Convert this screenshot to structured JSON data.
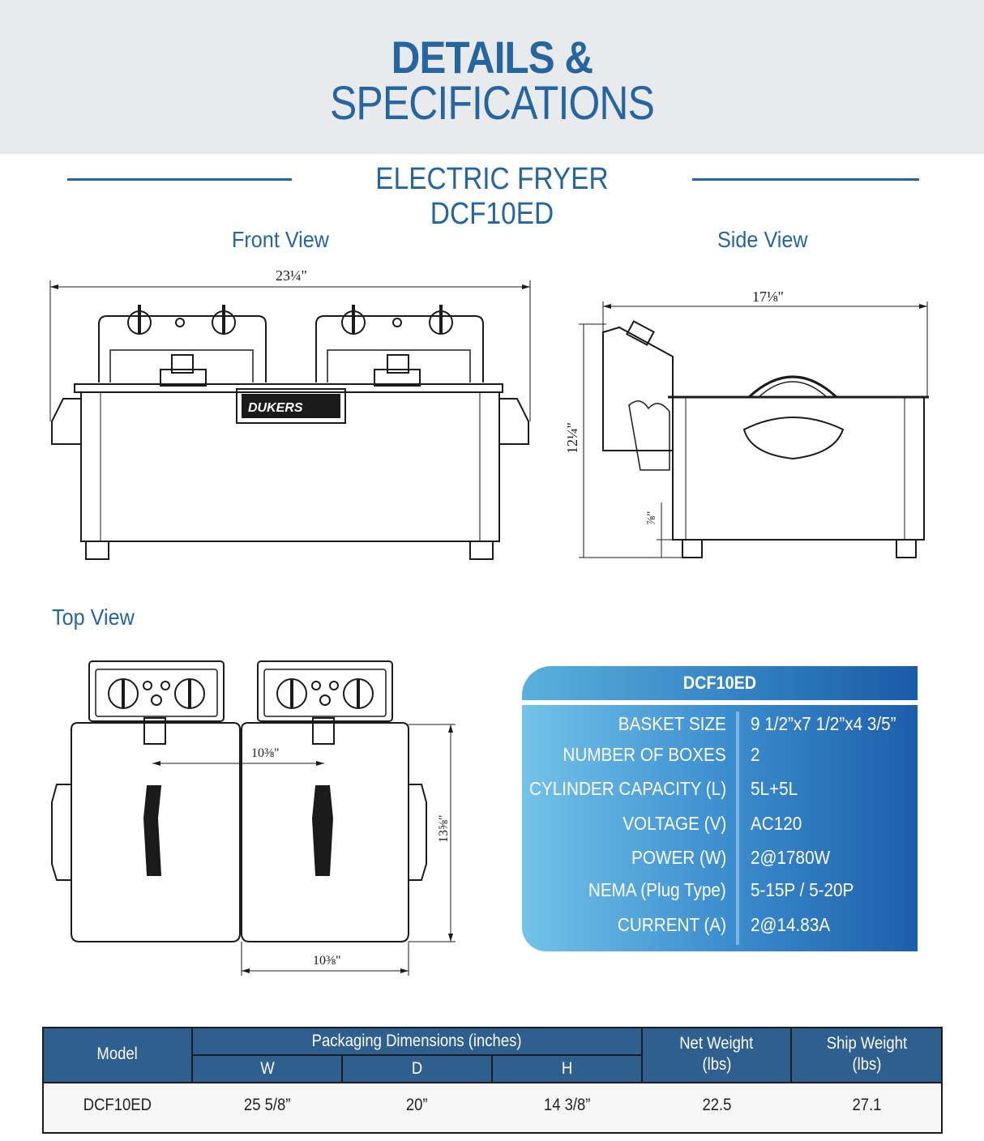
{
  "header": {
    "title_line1": "DETAILS &",
    "title_line2": "SPECIFICATIONS",
    "subtitle": "ELECTRIC FRYER DCF10ED"
  },
  "views": {
    "front_label": "Front View",
    "side_label": "Side View",
    "top_label": "Top View"
  },
  "dimensions": {
    "front_width": "23¼\"",
    "side_depth": "17⅛\"",
    "side_height": "12¼\"",
    "side_leg": "⅞\"",
    "top_inner_width": "10⅜\"",
    "top_bottom_width": "10⅜\"",
    "top_depth": "13⅝\""
  },
  "brand": {
    "logo_text": "DUKERS"
  },
  "spec_card": {
    "title": "DCF10ED",
    "rows": [
      {
        "label": "BASKET SIZE",
        "value": "9 1/2”x7 1/2”x4 3/5”"
      },
      {
        "label": "NUMBER OF BOXES",
        "value": "2"
      },
      {
        "label": "CYLINDER CAPACITY (L)",
        "value": "5L+5L"
      },
      {
        "label": "VOLTAGE (V)",
        "value": "AC120"
      },
      {
        "label": "POWER (W)",
        "value": "2@1780W"
      },
      {
        "label": "NEMA (Plug Type)",
        "value": "5-15P / 5-20P"
      },
      {
        "label": "CURRENT (A)",
        "value": "2@14.83A"
      }
    ]
  },
  "table": {
    "headers": {
      "model": "Model",
      "packaging": "Packaging Dimensions (inches)",
      "w": "W",
      "d": "D",
      "h": "H",
      "net_weight": "Net Weight",
      "net_weight_unit": "(lbs)",
      "ship_weight": "Ship Weight",
      "ship_weight_unit": "(lbs)"
    },
    "row": {
      "model": "DCF10ED",
      "w": "25 5/8”",
      "d": "20”",
      "h": "14 3/8”",
      "net_weight": "22.5",
      "ship_weight": "27.1"
    }
  }
}
